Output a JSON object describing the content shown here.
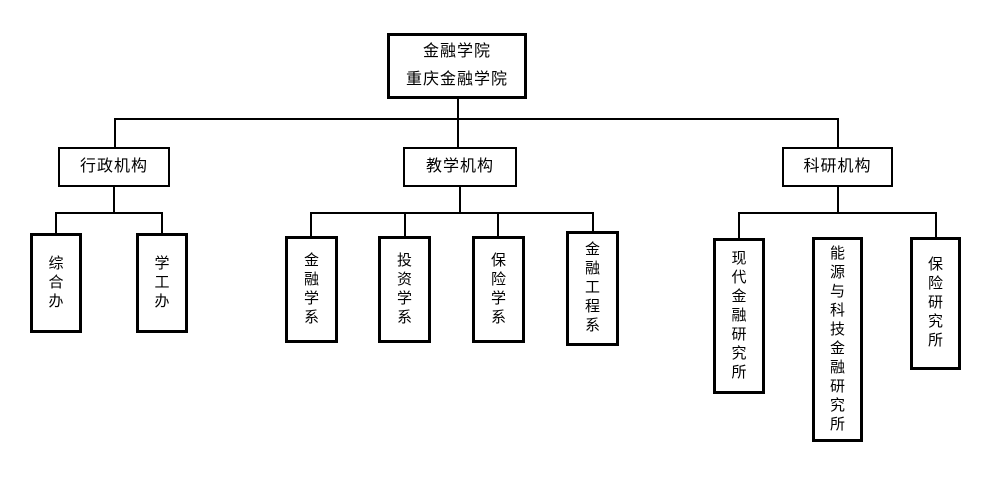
{
  "org_chart": {
    "root": {
      "line1": "金融学院",
      "line2": "重庆金融学院"
    },
    "branches": [
      {
        "label": "行政机构",
        "children": [
          {
            "label": "综合办"
          },
          {
            "label": "学工办"
          }
        ]
      },
      {
        "label": "教学机构",
        "children": [
          {
            "label": "金融学系"
          },
          {
            "label": "投资学系"
          },
          {
            "label": "保险学系"
          },
          {
            "label": "金融工程系"
          }
        ]
      },
      {
        "label": "科研机构",
        "children": [
          {
            "label": "现代金融研究所"
          },
          {
            "label": "能源与科技金融研究所"
          },
          {
            "label": "保险研究所"
          }
        ]
      }
    ]
  },
  "colors": {
    "line": "#000000",
    "box_border": "#000000",
    "text": "#000000",
    "background": "#ffffff"
  }
}
